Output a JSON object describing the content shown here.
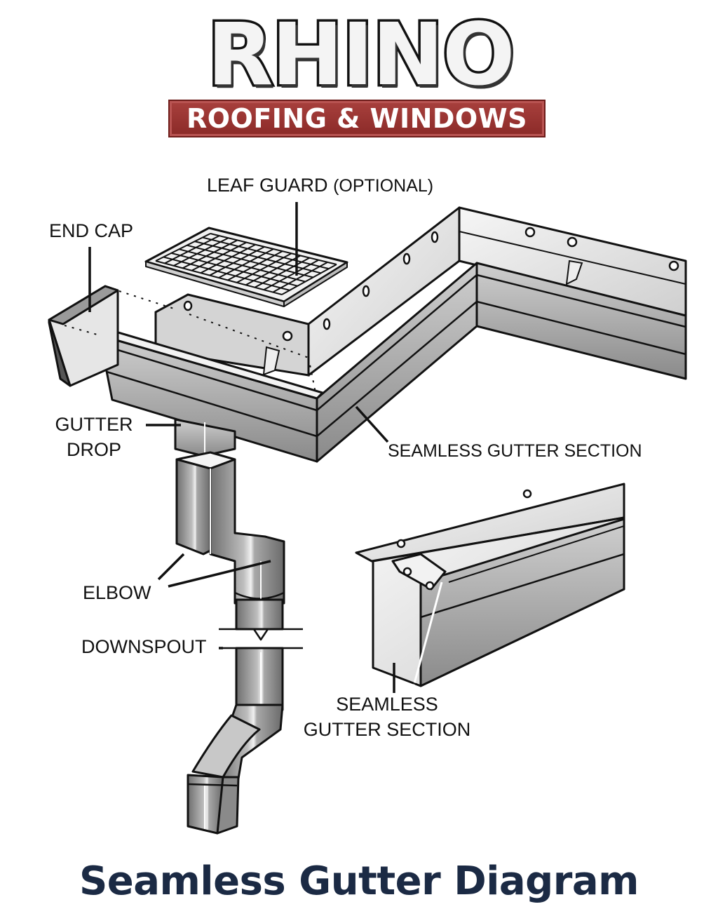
{
  "logo": {
    "wordmark": "RHINO",
    "tagline": "ROOFING & WINDOWS",
    "colors": {
      "banner": "#9a3432",
      "wordmark_outline": "#111111",
      "wordmark_fill": "#f4f4f4"
    }
  },
  "labels": {
    "leaf_guard": "LEAF GUARD",
    "leaf_guard_note": "(OPTIONAL)",
    "end_cap": "END CAP",
    "gutter_drop_line1": "GUTTER",
    "gutter_drop_line2": "DROP",
    "seamless_gutter_section_main": "SEAMLESS GUTTER SECTION",
    "elbow": "ELBOW",
    "downspout": "DOWNSPOUT",
    "seamless_gutter_section_detail_line1": "SEAMLESS",
    "seamless_gutter_section_detail_line2": "GUTTER SECTION"
  },
  "title": "Seamless Gutter Diagram",
  "colors": {
    "title": "#1b2a44",
    "metal_light": "#e6e6e6",
    "metal_mid": "#b5b5b5",
    "metal_dark": "#7a7a7a",
    "outline": "#111111"
  }
}
